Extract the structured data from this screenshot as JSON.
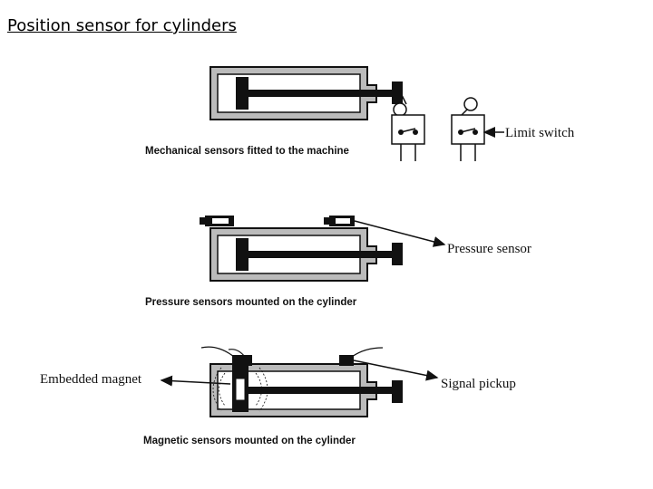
{
  "slide": {
    "title": "Position sensor for cylinders"
  },
  "panels": [
    {
      "caption": "Mechanical sensors fitted to the machine",
      "callout": "Limit switch"
    },
    {
      "caption": "Pressure sensors mounted on the cylinder",
      "callout": "Pressure sensor"
    },
    {
      "caption": "Magnetic sensors mounted on the cylinder",
      "callout_left": "Embedded magnet",
      "callout_right": "Signal pickup"
    }
  ],
  "colors": {
    "ink": "#111111",
    "cylinder_fill": "#b8b8b8",
    "background": "#ffffff"
  }
}
